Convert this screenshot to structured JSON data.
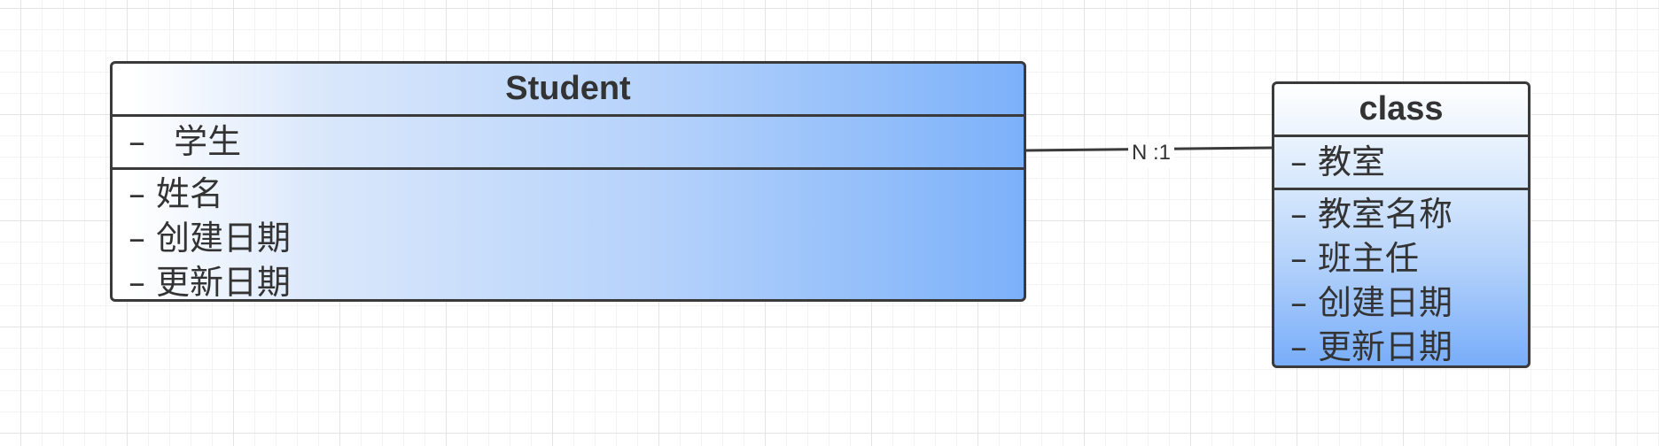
{
  "entities": [
    {
      "title": "Student",
      "attribute": "学生",
      "members": [
        "姓名",
        "创建日期",
        "更新日期"
      ]
    },
    {
      "title": "class",
      "attribute": "教室",
      "members": [
        "教室名称",
        "班主任",
        "创建日期",
        "更新日期"
      ]
    }
  ],
  "relation": {
    "label": "N :1"
  },
  "symbols": {
    "dash": "–"
  },
  "colors": {
    "border": "#3a3a3a",
    "gradient_light": "#ffffff",
    "gradient_dark": "#78adf9",
    "connector": "#3a3a3a"
  }
}
